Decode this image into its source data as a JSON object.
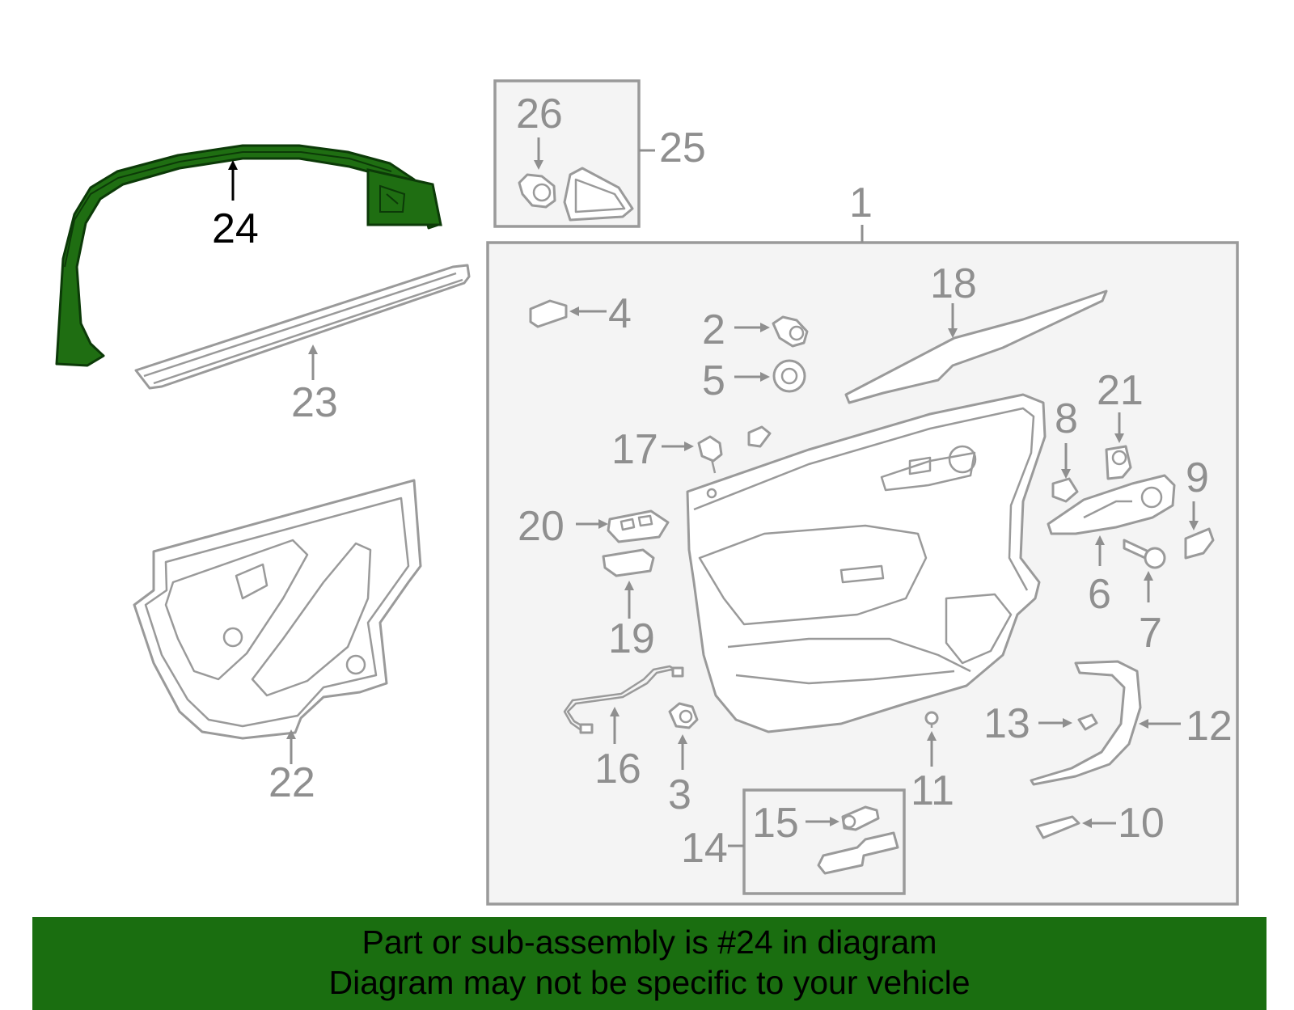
{
  "colors": {
    "highlight_part": "#1f6e12",
    "banner_background": "#1a6e10",
    "part_outline": "#9a9a9a",
    "label_grey": "#8f8f8f",
    "box_fill": "#f4f4f4"
  },
  "highlighted_part": "24",
  "callouts": {
    "c1": "1",
    "c2": "2",
    "c3": "3",
    "c4": "4",
    "c5": "5",
    "c6": "6",
    "c7": "7",
    "c8": "8",
    "c9": "9",
    "c10": "10",
    "c11": "11",
    "c12": "12",
    "c13": "13",
    "c14": "14",
    "c15": "15",
    "c16": "16",
    "c17": "17",
    "c18": "18",
    "c19": "19",
    "c20": "20",
    "c21": "21",
    "c22": "22",
    "c23": "23",
    "c24": "24",
    "c25": "25",
    "c26": "26"
  },
  "banner": {
    "line1": "Part or sub-assembly is #24 in diagram",
    "line2": "Diagram may not be specific to your vehicle"
  }
}
